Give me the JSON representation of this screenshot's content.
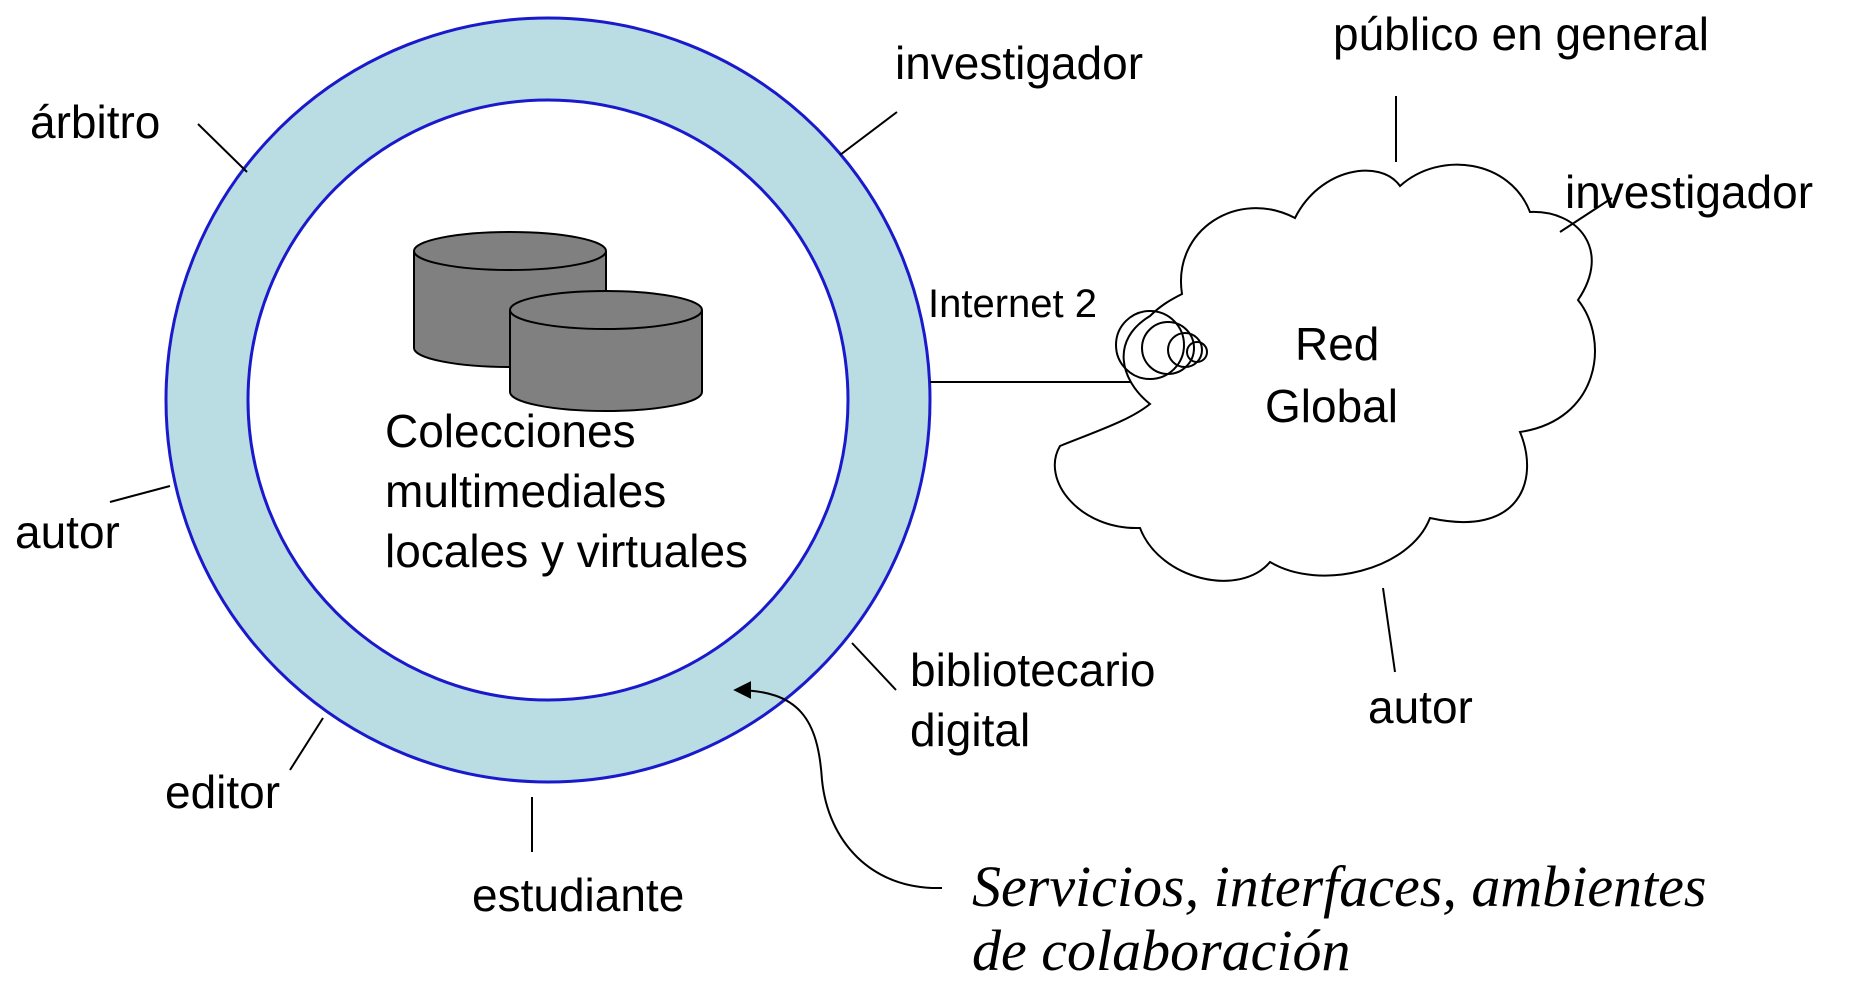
{
  "colors": {
    "ring_fill": "#b9dde2",
    "ring_stroke": "#1a1acc",
    "cylinder_fill": "#808080",
    "line": "#000000",
    "text": "#000000"
  },
  "local": {
    "collections_lines": [
      "Colecciones",
      "multimediales",
      "locales y virtuales"
    ],
    "roles": {
      "arbitro": "árbitro",
      "investigador": "investigador",
      "autor": "autor",
      "editor": "editor",
      "estudiante": "estudiante",
      "bibliotecario_line1": "bibliotecario",
      "bibliotecario_line2": "digital"
    }
  },
  "link": {
    "label": "Internet 2"
  },
  "global": {
    "title_line1": "Red",
    "title_line2": "Global",
    "roles": {
      "publico": "público en general",
      "investigador": "investigador",
      "autor": "autor"
    }
  },
  "caption": {
    "line1": "Servicios, interfaces, ambientes",
    "line2": "de colaboración"
  }
}
